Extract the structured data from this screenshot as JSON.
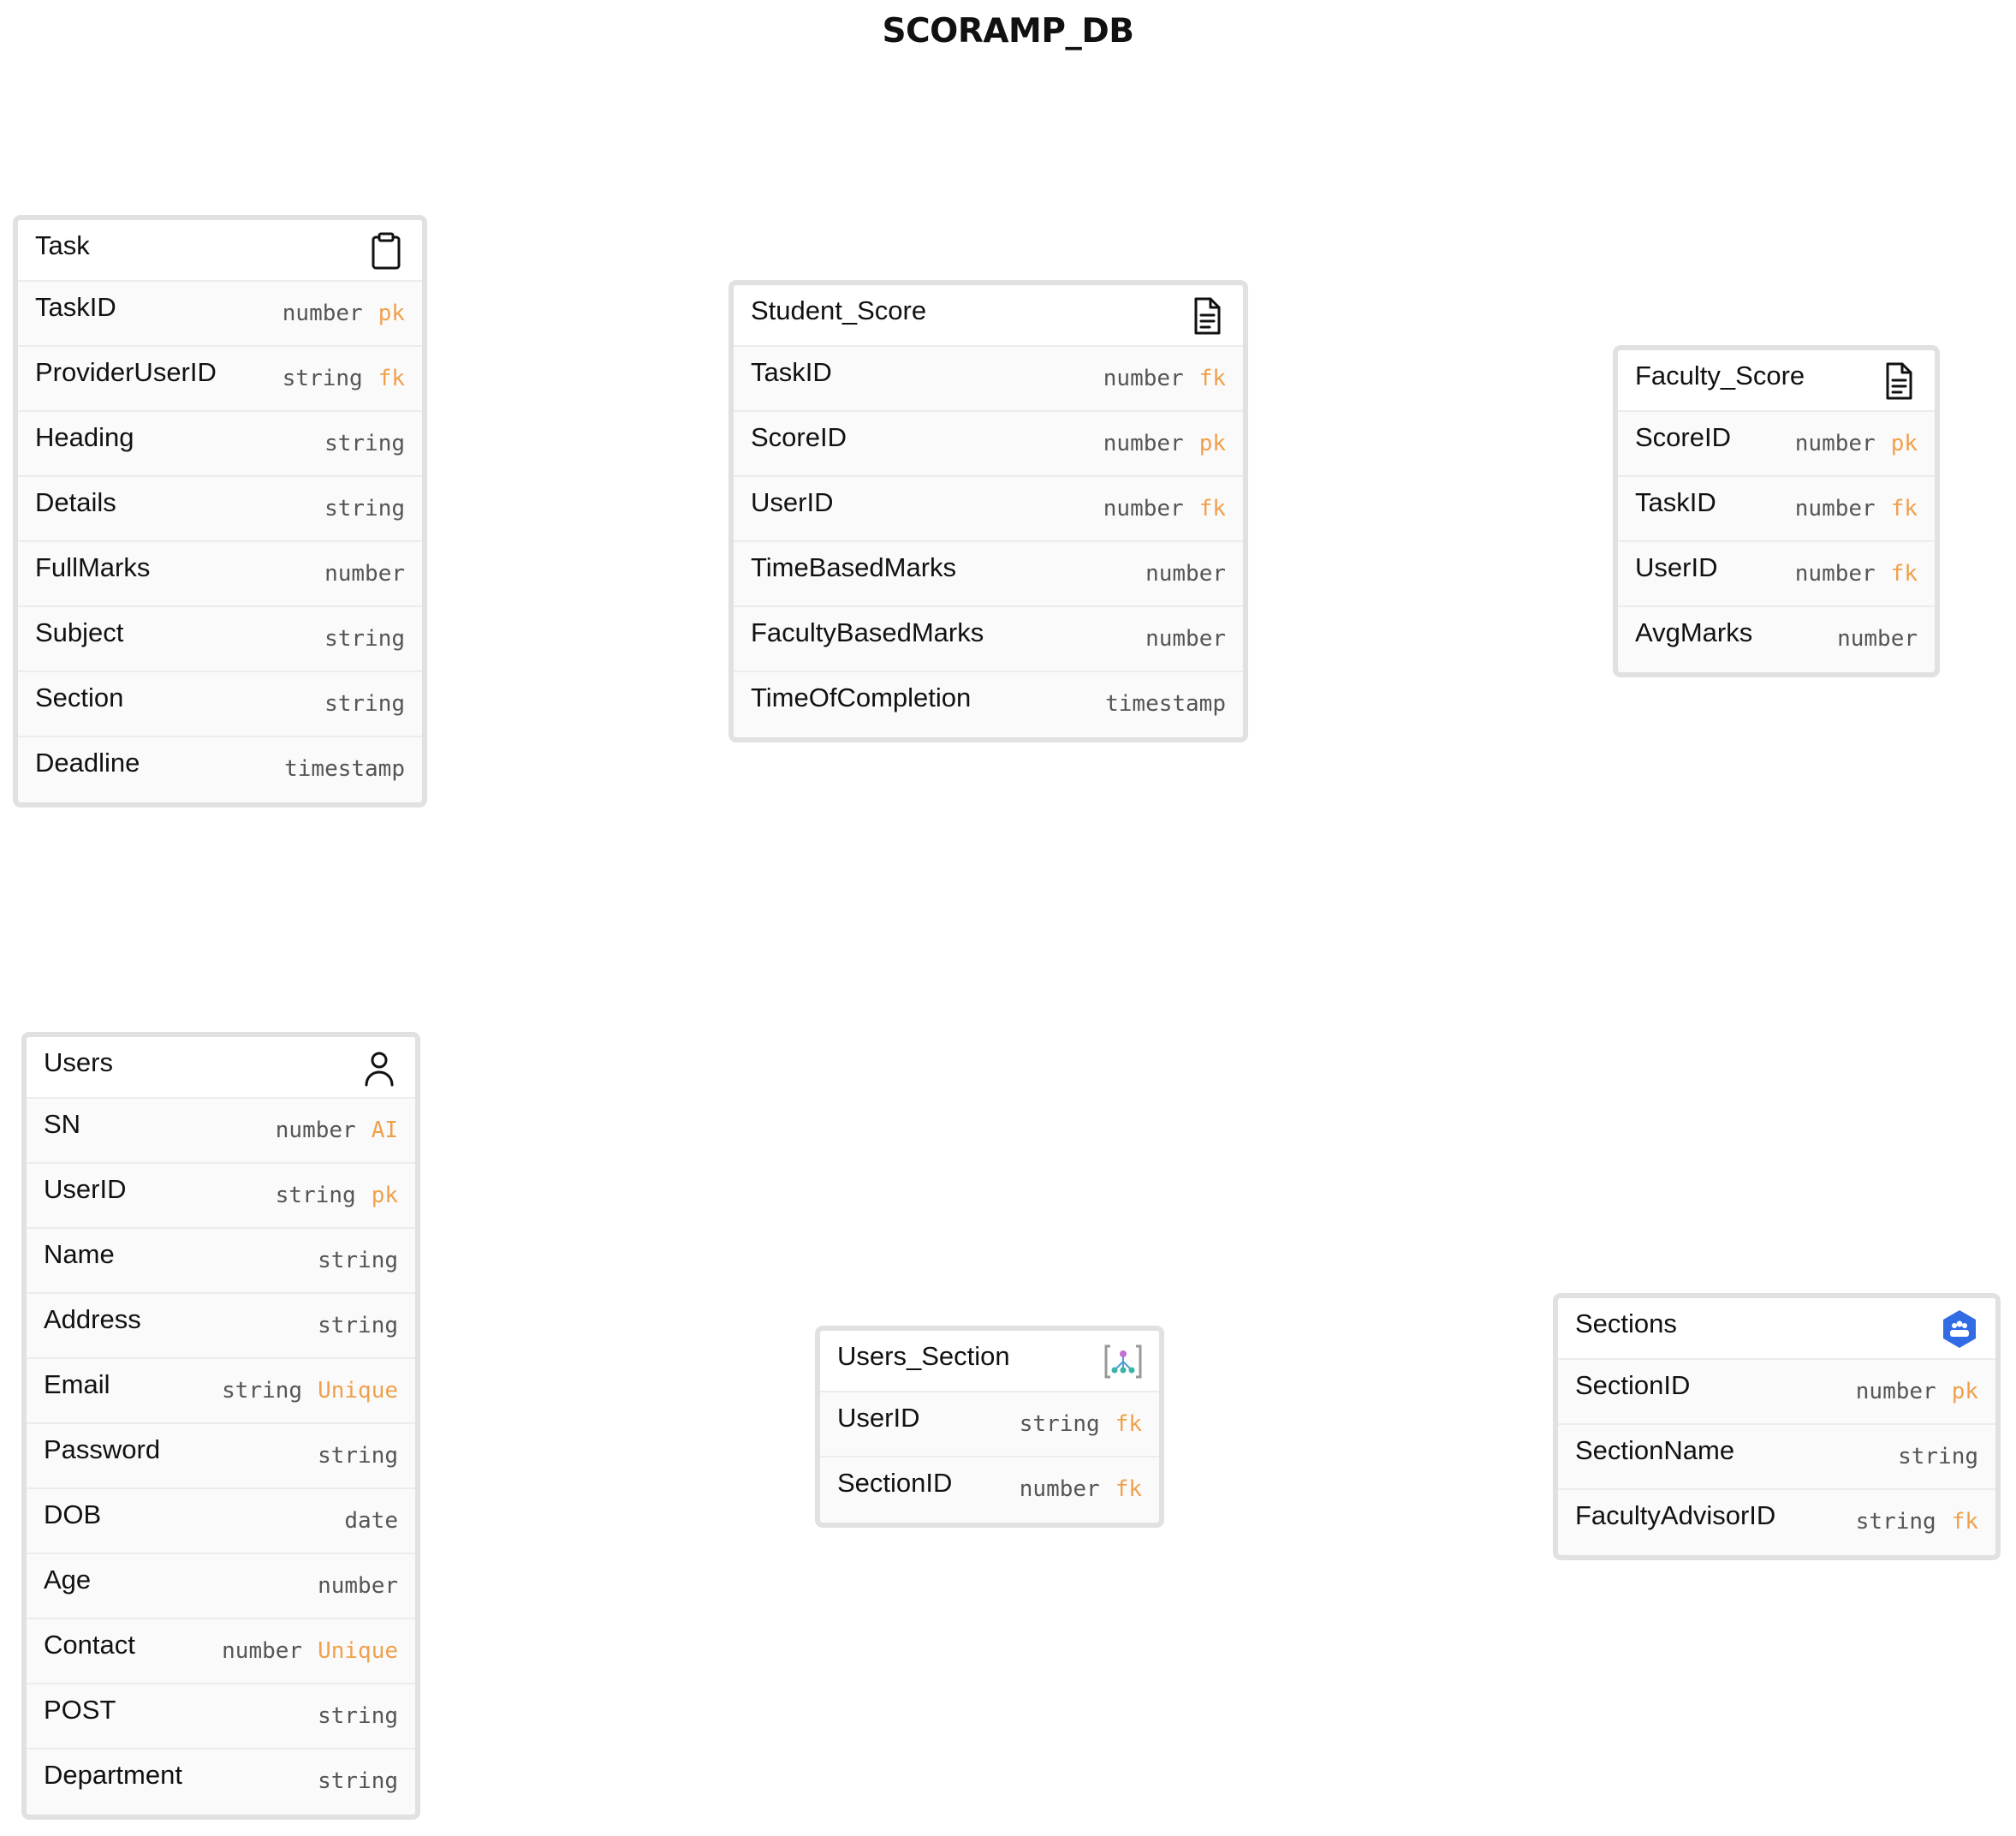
{
  "title": "SCORAMP_DB",
  "tables": {
    "task": {
      "name": "Task",
      "icon": "clipboard-icon",
      "fields": [
        {
          "name": "TaskID",
          "type": "number",
          "flag": "pk"
        },
        {
          "name": "ProviderUserID",
          "type": "string",
          "flag": "fk"
        },
        {
          "name": "Heading",
          "type": "string",
          "flag": ""
        },
        {
          "name": "Details",
          "type": "string",
          "flag": ""
        },
        {
          "name": "FullMarks",
          "type": "number",
          "flag": ""
        },
        {
          "name": "Subject",
          "type": "string",
          "flag": ""
        },
        {
          "name": "Section",
          "type": "string",
          "flag": ""
        },
        {
          "name": "Deadline",
          "type": "timestamp",
          "flag": ""
        }
      ]
    },
    "student_score": {
      "name": "Student_Score",
      "icon": "document-icon",
      "fields": [
        {
          "name": "TaskID",
          "type": "number",
          "flag": "fk"
        },
        {
          "name": "ScoreID",
          "type": "number",
          "flag": "pk"
        },
        {
          "name": "UserID",
          "type": "number",
          "flag": "fk"
        },
        {
          "name": "TimeBasedMarks",
          "type": "number",
          "flag": ""
        },
        {
          "name": "FacultyBasedMarks",
          "type": "number",
          "flag": ""
        },
        {
          "name": "TimeOfCompletion",
          "type": "timestamp",
          "flag": ""
        }
      ]
    },
    "faculty_score": {
      "name": "Faculty_Score",
      "icon": "document-icon",
      "fields": [
        {
          "name": "ScoreID",
          "type": "number",
          "flag": "pk"
        },
        {
          "name": "TaskID",
          "type": "number",
          "flag": "fk"
        },
        {
          "name": "UserID",
          "type": "number",
          "flag": "fk"
        },
        {
          "name": "AvgMarks",
          "type": "number",
          "flag": ""
        }
      ]
    },
    "users": {
      "name": "Users",
      "icon": "user-icon",
      "fields": [
        {
          "name": "SN",
          "type": "number",
          "flag": "AI"
        },
        {
          "name": "UserID",
          "type": "string",
          "flag": "pk"
        },
        {
          "name": "Name",
          "type": "string",
          "flag": ""
        },
        {
          "name": "Address",
          "type": "string",
          "flag": ""
        },
        {
          "name": "Email",
          "type": "string",
          "flag": "Unique"
        },
        {
          "name": "Password",
          "type": "string",
          "flag": ""
        },
        {
          "name": "DOB",
          "type": "date",
          "flag": ""
        },
        {
          "name": "Age",
          "type": "number",
          "flag": ""
        },
        {
          "name": "Contact",
          "type": "number",
          "flag": "Unique"
        },
        {
          "name": "POST",
          "type": "string",
          "flag": ""
        },
        {
          "name": "Department",
          "type": "string",
          "flag": ""
        }
      ]
    },
    "users_section": {
      "name": "Users_Section",
      "icon": "hierarchy-icon",
      "fields": [
        {
          "name": "UserID",
          "type": "string",
          "flag": "fk"
        },
        {
          "name": "SectionID",
          "type": "number",
          "flag": "fk"
        }
      ]
    },
    "sections": {
      "name": "Sections",
      "icon": "group-icon",
      "fields": [
        {
          "name": "SectionID",
          "type": "number",
          "flag": "pk"
        },
        {
          "name": "SectionName",
          "type": "string",
          "flag": ""
        },
        {
          "name": "FacultyAdvisorID",
          "type": "string",
          "flag": "fk"
        }
      ]
    }
  },
  "colors": {
    "flag": "#f0a04b",
    "border": "#e1e1e1",
    "group_icon": "#326ce5"
  }
}
